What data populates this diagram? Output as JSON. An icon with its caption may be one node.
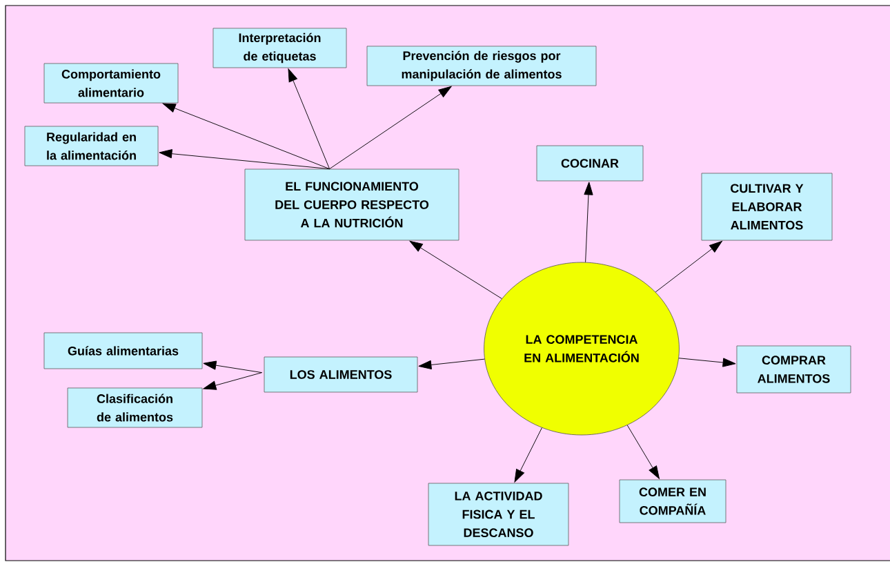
{
  "diagram": {
    "nodes": [
      {
        "text": [
          "LA COMPETENCIA EN ALIMENTACIÓN"
        ]
      },
      {
        "text": [
          "EL FUNCIONAMIENTO DEL CUERPO RESPECTO A LA NUTRICIÓN"
        ]
      },
      {
        "text": [
          "Regularidad en la alimentación"
        ]
      },
      {
        "text": [
          "Comportamiento alimentario"
        ]
      },
      {
        "text": [
          "Interpretación de etiquetas"
        ]
      },
      {
        "text": [
          "Prevención de riesgos por manipulación de alimentos"
        ]
      },
      {
        "text": [
          "COCINAR"
        ]
      },
      {
        "text": [
          "CULTIVAR Y ELABORAR ALIMENTOS"
        ]
      },
      {
        "text": [
          "COMPRAR ALIMENTOS"
        ]
      },
      {
        "text": [
          "COMER EN COMPAÑÍA"
        ]
      },
      {
        "text": [
          "LA ACTIVIDAD FISICA Y EL DESCANSO"
        ]
      },
      {
        "text": [
          "LOS ALIMENTOS"
        ]
      },
      {
        "text": [
          "Guías alimentarias"
        ]
      },
      {
        "text": [
          "Clasificación de alimentos"
        ]
      }
    ],
    "edges": [
      {
        "from": 0,
        "to": 1,
        "arrow": "to"
      },
      {
        "from": 0,
        "to": 6,
        "arrow": "to"
      },
      {
        "from": 0,
        "to": 7,
        "arrow": "to"
      },
      {
        "from": 0,
        "to": 8,
        "arrow": "to"
      },
      {
        "from": 0,
        "to": 9,
        "arrow": "to"
      },
      {
        "from": 0,
        "to": 10,
        "arrow": "to"
      },
      {
        "from": 0,
        "to": 11,
        "arrow": "to"
      },
      {
        "from": 1,
        "to": 2,
        "arrow": "to"
      },
      {
        "from": 1,
        "to": 3,
        "arrow": "to"
      },
      {
        "from": 1,
        "to": 4,
        "arrow": "to"
      },
      {
        "from": 1,
        "to": 5,
        "arrow": "to"
      },
      {
        "from": 11,
        "to": 12,
        "arrow": "to"
      },
      {
        "from": 11,
        "to": 13,
        "arrow": "to"
      }
    ]
  }
}
